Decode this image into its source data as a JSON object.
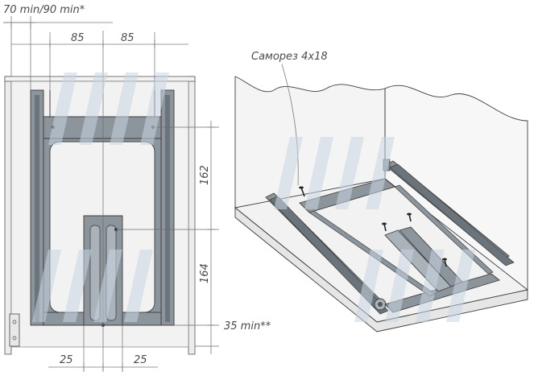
{
  "labels": {
    "top_width": "70 min/90 min*",
    "left_85": "85",
    "right_85": "85",
    "depth_162": "162",
    "depth_164": "164",
    "bottom_gap": "35 min**",
    "left_25": "25",
    "right_25": "25",
    "screw": "Саморез 4х18"
  },
  "colors": {
    "frame_metal": "#8c949c",
    "frame_dark": "#6b737b",
    "frame_light": "#aab2ba",
    "cabinet_side": "#e4e4e4",
    "dimension_line": "#7a7a7a",
    "watermark": "#c9d6e3"
  }
}
